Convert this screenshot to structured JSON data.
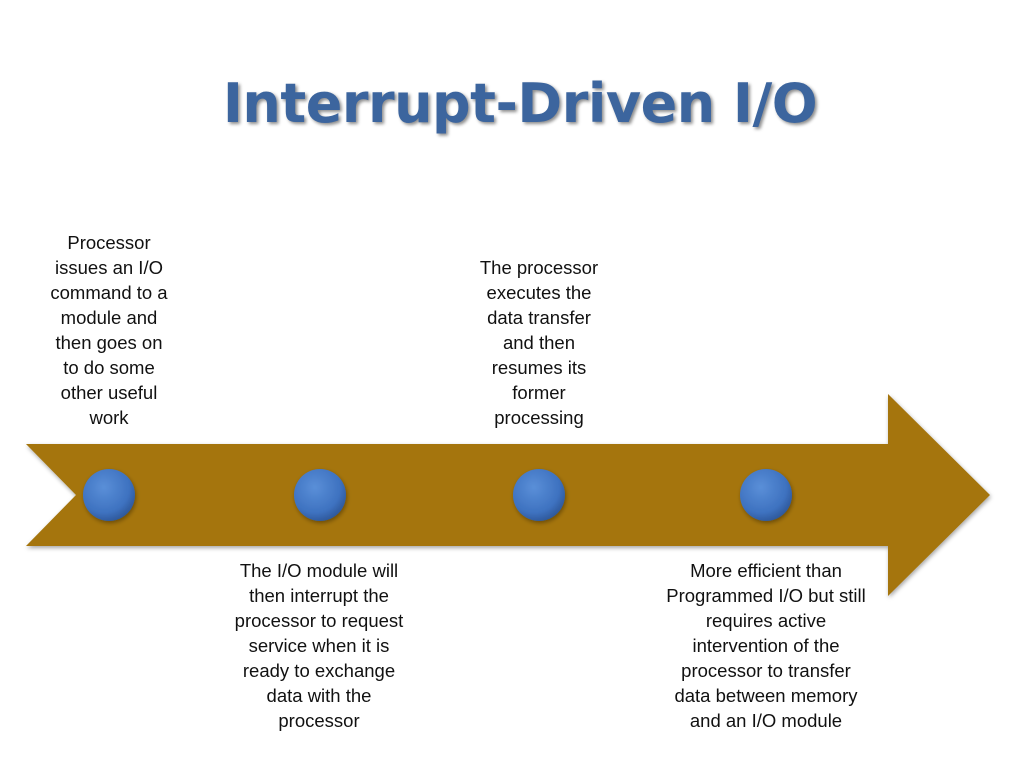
{
  "slide": {
    "title": "Interrupt-Driven I/O",
    "colors": {
      "title": "#3c659e",
      "arrow": "#a5750d",
      "node": "#3e72c0"
    },
    "steps": [
      {
        "text": "Processor\nissues an I/O\ncommand to a\nmodule and\nthen goes on\nto do some\nother useful\nwork"
      },
      {
        "text": "The I/O module will\nthen interrupt the\nprocessor to request\nservice when it is\nready to exchange\ndata with the\nprocessor"
      },
      {
        "text": "The processor\nexecutes the\ndata transfer\nand then\nresumes its\nformer\nprocessing"
      },
      {
        "text": "More efficient than\nProgrammed I/O but still\nrequires active\nintervention of the\nprocessor to transfer\ndata between memory\nand an I/O module"
      }
    ]
  }
}
